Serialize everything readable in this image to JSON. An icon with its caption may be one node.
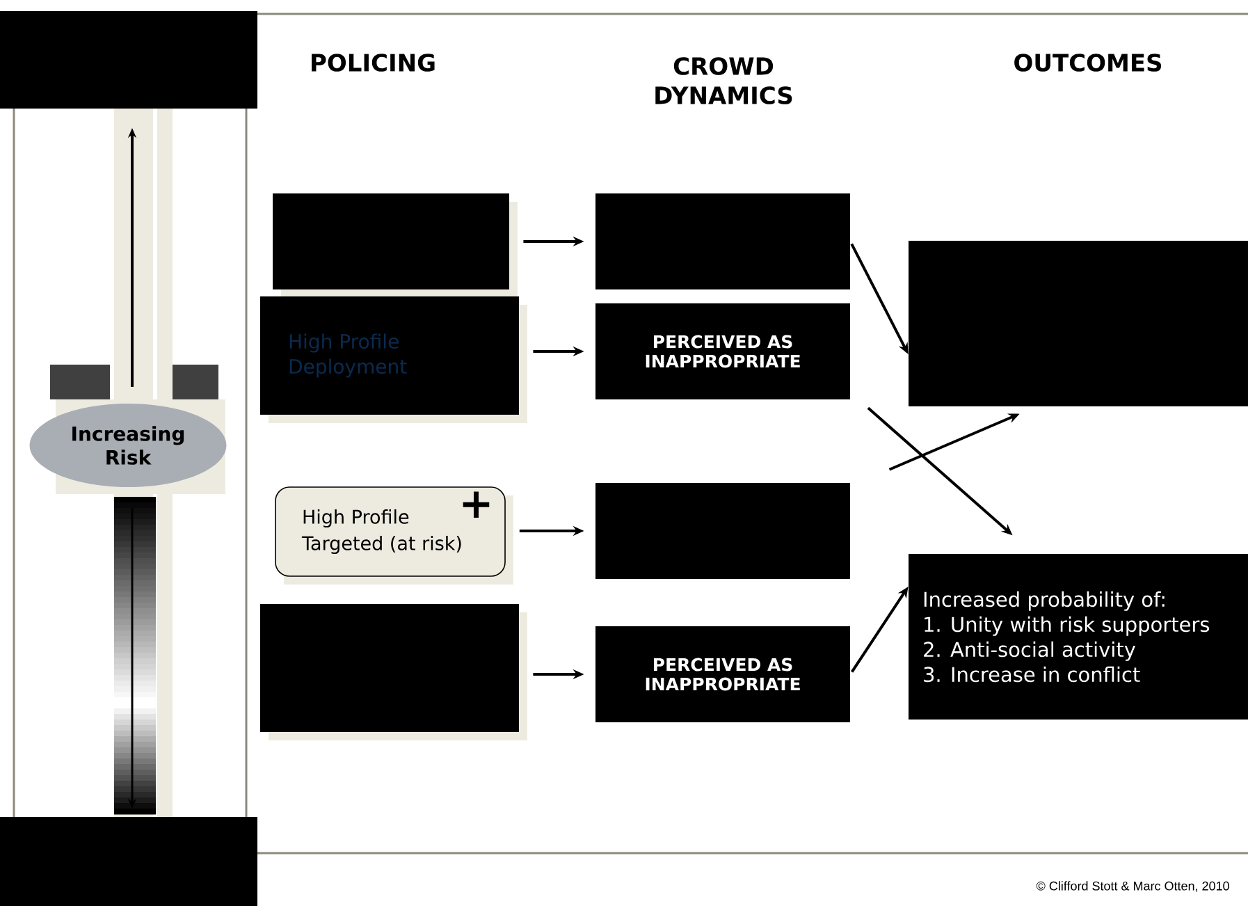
{
  "diagram": {
    "nodes": [
      {
        "text": [
          "Increasing Risk"
        ]
      },
      {
        "text": [],
        "shape": "box"
      },
      {
        "text": [
          "High Profile Deployment"
        ]
      },
      {
        "text": [
          "High Profile Targeted (at risk)",
          "+"
        ]
      },
      {
        "text": [],
        "shape": "box"
      },
      {
        "text": [],
        "shape": "box"
      },
      {
        "text": [
          "PERCEIVED AS INAPPROPRIATE"
        ]
      },
      {
        "text": [],
        "shape": "box"
      },
      {
        "text": [
          "PERCEIVED AS INAPPROPRIATE"
        ]
      },
      {
        "text": [],
        "shape": "box"
      },
      {
        "text": [
          "Increased probability of:",
          "1. Unity with risk supporters",
          "2. Anti-social activity",
          "3. Increase in conflict"
        ]
      },
      {
        "text": [],
        "shape": "box"
      },
      {
        "text": [],
        "shape": "box"
      }
    ],
    "edges": [
      {
        "from": 1,
        "to": 5,
        "arrow": "to"
      },
      {
        "from": 2,
        "to": 6,
        "arrow": "to"
      },
      {
        "from": 3,
        "to": 7,
        "arrow": "to"
      },
      {
        "from": 4,
        "to": 8,
        "arrow": "to"
      },
      {
        "from": 5,
        "to": 9,
        "arrow": "to"
      },
      {
        "from": 6,
        "to": 10,
        "arrow": "to"
      },
      {
        "from": 7,
        "to": 9,
        "arrow": "to"
      },
      {
        "from": 8,
        "to": 10,
        "arrow": "to"
      }
    ],
    "labels": [
      "POLICING",
      "CROWD DYNAMICS",
      "OUTCOMES",
      "© Clifford Stott & Marc Otten, 2010"
    ]
  }
}
